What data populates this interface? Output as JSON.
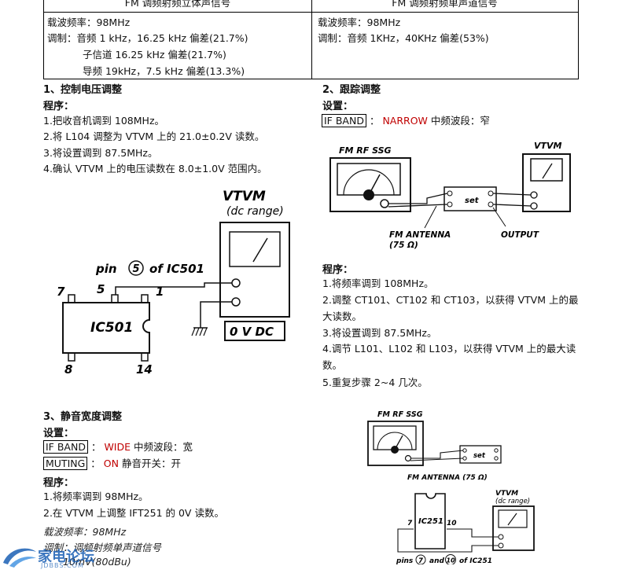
{
  "table": {
    "left_header": "FM 调频射频立体声信号",
    "right_header": "FM 调频射频单声道信号",
    "left_lines": [
      "载波频率：98MHz",
      "调制：音频 1 kHz，16.25 kHz 偏差(21.7%)",
      "子信道 16.25 kHz 偏差(21.7%)",
      "导频 19kHz，7.5 kHz 偏差(13.3%)"
    ],
    "right_lines": [
      "载波频率：98MHz",
      "调制：音频 1KHz，40KHz 偏差(53%)"
    ]
  },
  "sec1": {
    "title": "1、控制电压调整",
    "procedure_label": "程序：",
    "steps": [
      "1.把收音机调到 108MHz。",
      "2.将 L104 调整为 VTVM 上的 21.0±0.2V 读数。",
      "3.将设置调到 87.5MHz。",
      "4.确认 VTVM 上的电压读数在 8.0±1.0V 范围内。"
    ],
    "diagram": {
      "vtvm": "VTVM",
      "dc_range": "(dc range)",
      "pin_text_pre": "pin",
      "pin_num": "5",
      "pin_text_post": "of IC501",
      "ic": "IC501",
      "pins": [
        "7",
        "5",
        "1",
        "8",
        "14"
      ],
      "reading": "0 V DC"
    }
  },
  "sec2": {
    "title": "2、跟踪调整",
    "setup_label": "设置：",
    "setup_box": "IF BAND",
    "setup_sep": "：",
    "setup_value": "NARROW",
    "setup_desc": "中频波段：窄",
    "procedure_label": "程序：",
    "steps": [
      "1.将频率调到 108MHz。",
      "2.调整 CT101、CT102 和 CT103，以获得 VTVM 上的最",
      "大读数。",
      "3.将设置调到 87.5MHz。",
      "4.调节 L101、L102 和 L103，以获得 VTVM 上的最大读",
      "数。",
      "5.重复步骤 2~4 几次。"
    ],
    "diagram": {
      "ssg": "FM RF SSG",
      "vtvm": "VTVM",
      "set": "set",
      "antenna": "FM ANTENNA",
      "ohm": "(75 Ω)",
      "output": "OUTPUT"
    }
  },
  "sec3": {
    "title": "3、静音宽度调整",
    "setup_label": "设置：",
    "row1_box": "IF BAND",
    "row1_sep": "：",
    "row1_value": "WIDE",
    "row1_desc": "中频波段：宽",
    "row2_box": "MUTING",
    "row2_sep": "：",
    "row2_value": "ON",
    "row2_desc": "静音开关：开",
    "procedure_label": "程序：",
    "steps": [
      "1.将频率调到 98MHz。",
      "2.在 VTVM 上调整 IFT251 的 0V 读数。"
    ],
    "notes": [
      "载波频率：98MHz",
      "调制：调频射频单声道信号",
      "10mV(80dBu)"
    ],
    "diagram": {
      "ssg": "FM RF SSG",
      "set": "set",
      "antenna": "FM ANTENNA (75 Ω)",
      "vtvm": "VTVM",
      "dc_range": "(dc range)",
      "ic": "IC251",
      "pin_left": "7",
      "pin_right": "10",
      "pins_pre": "pins",
      "pins_a": "7",
      "pins_and": "and",
      "pins_b": "10",
      "pins_post": "of IC251"
    }
  },
  "watermark": {
    "text": "家电论坛",
    "sub": "JDBBS.COM",
    "accent": "#1a5fb4"
  }
}
